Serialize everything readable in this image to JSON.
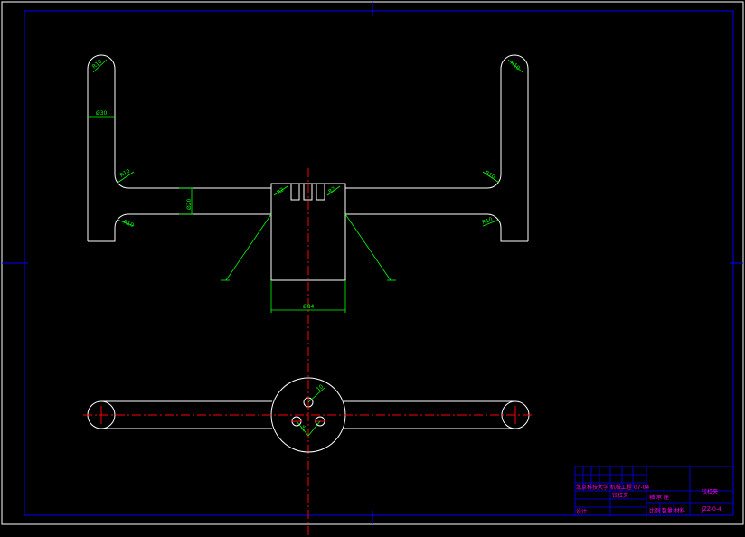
{
  "colors": {
    "background": "#000000",
    "frame": "#0000ff",
    "outline": "#ffffff",
    "dimension": "#00ff00",
    "centerline": "#ff0000",
    "titleblock_text": "#ff00ff"
  },
  "dimensions": {
    "r10_top_left": "R10",
    "dia30": "Ø30",
    "r10_mid_left_upper": "R10",
    "r10_mid_left_lower": "R10",
    "dia20": "Ø20",
    "r2_left": "R2",
    "r2_right": "R2",
    "r10_top_right": "R10",
    "r10_mid_right_upper": "R10",
    "r10_mid_right_lower": "R10",
    "dia84": "Ø84",
    "r10_hub": "10",
    "r15_hub": "15"
  },
  "title_block": {
    "title": "铰杠夹",
    "code": "JZZ-0-4",
    "left_row_1": "北京科技大学 机械工程 07-04",
    "left_row_2": "铰杠夹",
    "left_row_3": "设计",
    "mid_row_1": "轴 承 座",
    "mid_row_2": "比例  数量  材料"
  }
}
